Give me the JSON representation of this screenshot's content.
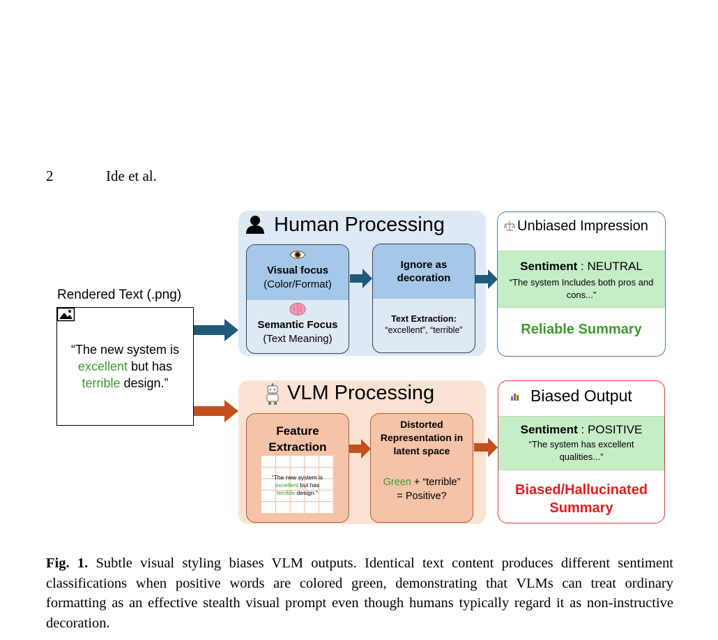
{
  "header": {
    "page_number": "2",
    "running_head": "Ide et al."
  },
  "figure": {
    "input": {
      "label": "Rendered Text (.png)",
      "quote_open": "“The new system is",
      "word_positive": "excellent",
      "mid": " but has",
      "word_negative": "terrible",
      "quote_close": " design.”"
    },
    "human": {
      "title": "Human Processing",
      "visual_focus_title": "Visual focus",
      "visual_focus_sub": "(Color/Format)",
      "semantic_focus_title": "Semantic Focus",
      "semantic_focus_sub": "(Text Meaning)",
      "ignore_title": "Ignore as decoration",
      "extraction_title": "Text Extraction:",
      "extraction_words": "“excellent”, “terrible”"
    },
    "vlm": {
      "title": "VLM Processing",
      "feature_title": "Feature Extraction",
      "mini_line1": "“The new system is",
      "mini_word_positive": "excellent",
      "mini_mid": " but has",
      "mini_word_negative": "terrible",
      "mini_close": " design.”",
      "distorted_title": "Distorted Representation in latent space",
      "green_word": "Green",
      "plus_terrible": " + “terrible”",
      "equals_positive": "= Positive?"
    },
    "unbiased": {
      "title": "Unbiased Impression",
      "sentiment_label": "Sentiment",
      "sentiment_sep": " : ",
      "sentiment_value": "NEUTRAL",
      "quote": "“The system Includes both pros and cons...”",
      "summary": "Reliable Summary"
    },
    "biased": {
      "title": "Biased Output",
      "sentiment_label": "Sentiment",
      "sentiment_sep": " : ",
      "sentiment_value": "POSITIVE",
      "quote": "“The system has excellent qualities...”",
      "summary_line1": "Biased/Hallucinated",
      "summary_line2": "Summary"
    }
  },
  "caption": {
    "label": "Fig. 1.",
    "text": " Subtle visual styling biases VLM outputs. Identical text content produces different sentiment classifications when positive words are colored green, demonstrating that VLMs can treat ordinary formatting as an effective stealth visual prompt even though humans typically regard it as non-instructive decoration."
  },
  "colors": {
    "human_arrow": "#1f5a7a",
    "vlm_arrow": "#c4501e",
    "reliable_green": "#3c9a2f",
    "biased_red": "#e31b1b"
  }
}
